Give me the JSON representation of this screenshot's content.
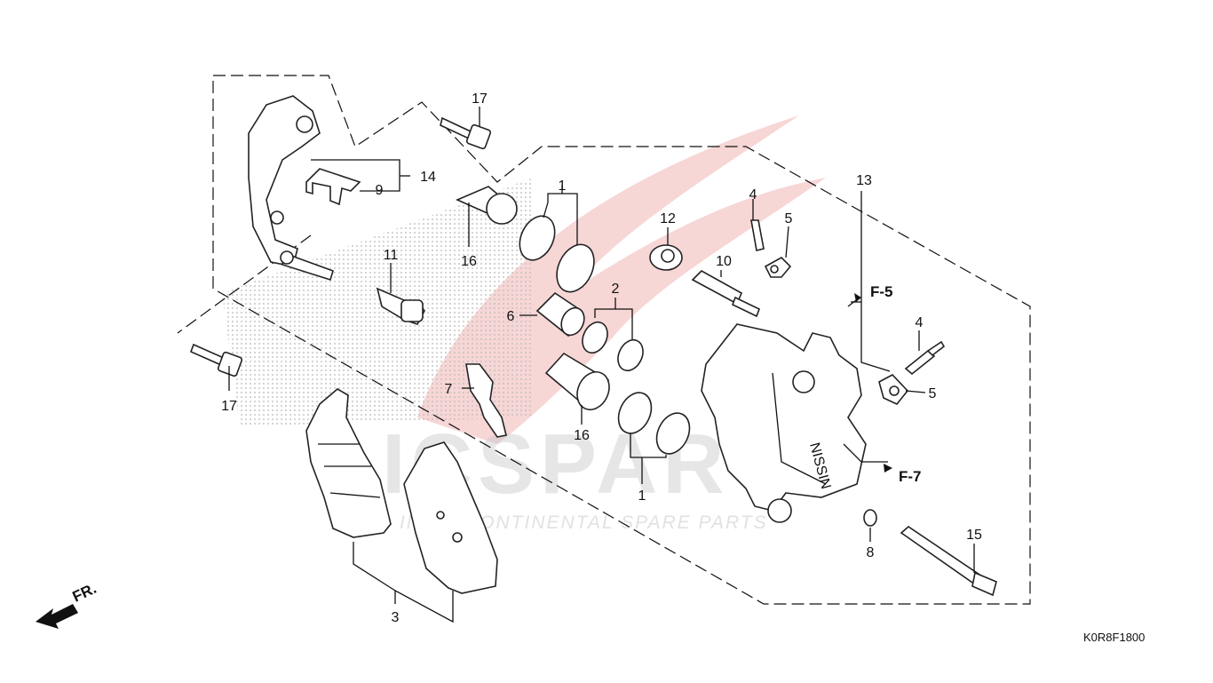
{
  "diagram": {
    "drawing_code": "K0R8F1800",
    "front_label": "FR.",
    "watermark": {
      "logo": "ICSPARTS",
      "tagline": "INTERCONTINENTAL SPARE PARTS"
    },
    "callouts": {
      "c1a": "1",
      "c1b": "1",
      "c2": "2",
      "c3": "3",
      "c4a": "4",
      "c4b": "4",
      "c5a": "5",
      "c5b": "5",
      "c6": "6",
      "c7": "7",
      "c8": "8",
      "c9": "9",
      "c10": "10",
      "c11": "11",
      "c12": "12",
      "c13": "13",
      "c14": "14",
      "c15": "15",
      "c16a": "16",
      "c16b": "16",
      "c17a": "17",
      "c17b": "17"
    },
    "references": {
      "f5": "F-5",
      "f7": "F-7"
    },
    "caliper_marking": "NISSIN",
    "colors": {
      "line": "#111111",
      "watermark_red": "#e8a0a0",
      "watermark_gray": "#c9c9c9"
    }
  }
}
